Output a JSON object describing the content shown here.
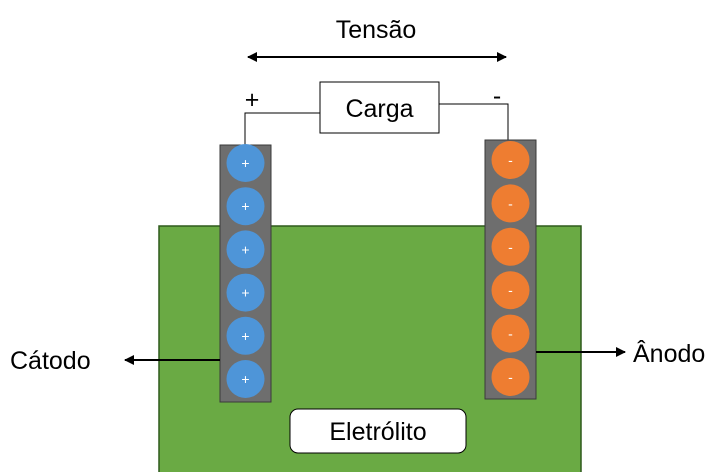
{
  "labels": {
    "voltage": "Tensão",
    "load": "Carga",
    "positive_terminal": "+",
    "negative_terminal": "-",
    "cathode": "Cátodo",
    "anode": "Ânodo",
    "electrolyte": "Eletrólito"
  },
  "charges": {
    "cathode": [
      "+",
      "+",
      "+",
      "+",
      "+",
      "+"
    ],
    "anode": [
      "-",
      "-",
      "-",
      "-",
      "-",
      "-"
    ]
  },
  "colors": {
    "electrolyte_fill": "#6aaa44",
    "electrode_fill": "#6e6e6e",
    "cathode_charge": "#4e95d8",
    "anode_charge": "#ee7d31",
    "line": "#000000"
  }
}
